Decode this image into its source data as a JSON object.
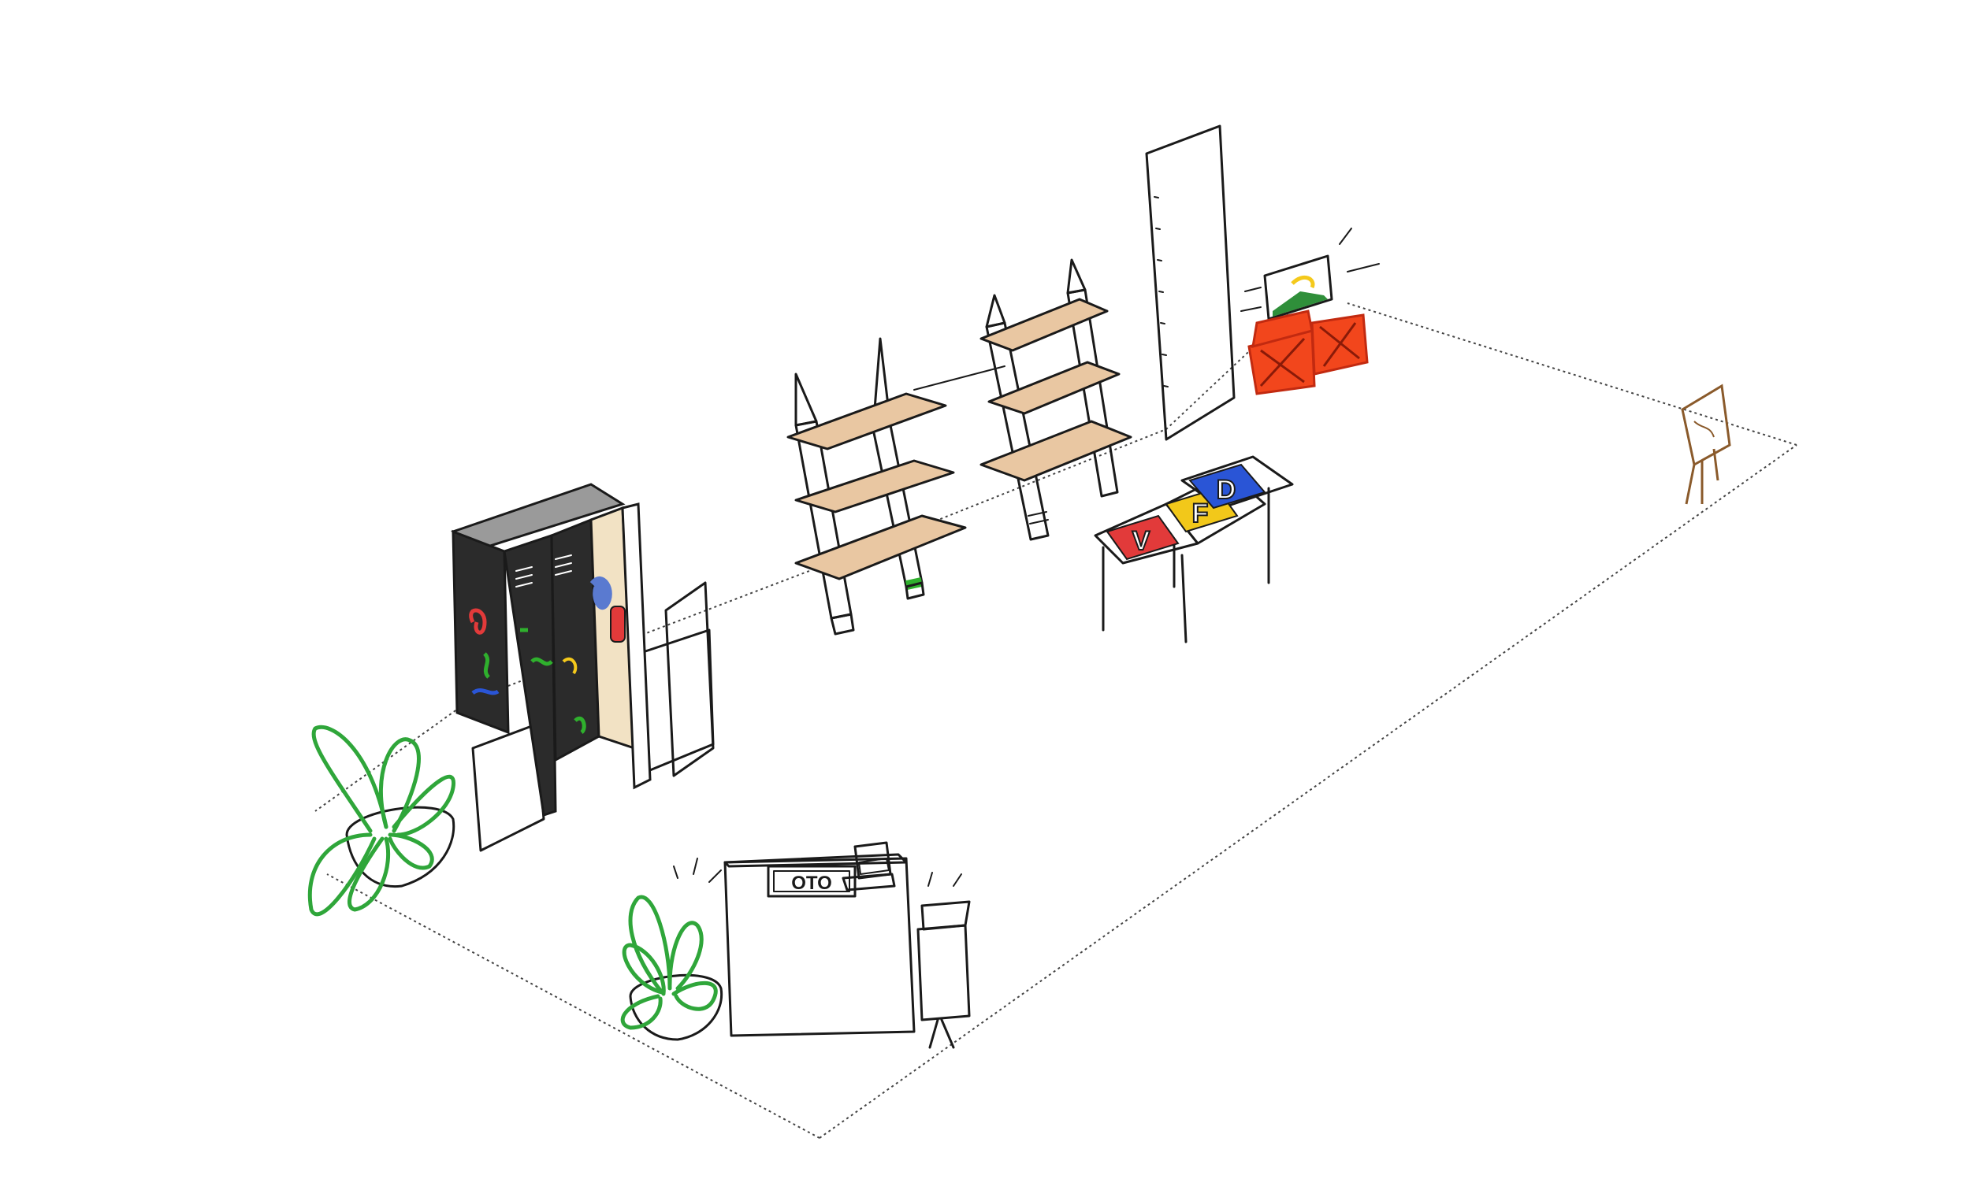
{
  "reception_desk": {
    "sign_text": "OTO"
  },
  "activity_table": {
    "tiles": [
      {
        "letter": "V",
        "color": "#e23a3a"
      },
      {
        "letter": "F",
        "color": "#f2c81a"
      },
      {
        "letter": "D",
        "color": "#2a55d6"
      }
    ]
  },
  "colors": {
    "plant": "#2fa63a",
    "shelf_wood": "#e9c7a2",
    "pencil_yellow": "#f4c91b",
    "pencil_orange": "#f26a12",
    "pencil_green": "#2fb02d",
    "crate_red": "#f2461c",
    "easel_brown": "#8a5a2b",
    "locker_black": "#2b2b2b"
  }
}
